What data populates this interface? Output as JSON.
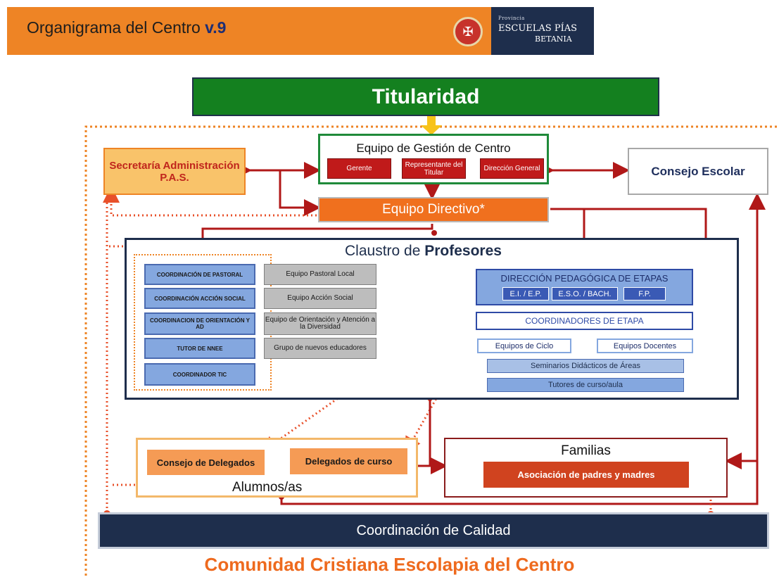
{
  "header": {
    "title": "Organigrama del Centro",
    "version": "v.9",
    "logo": {
      "top": "Provincia",
      "middle": "ESCUELAS PÍAS",
      "bottom": "BETANIA"
    }
  },
  "titularidad": "Titularidad",
  "gestion": {
    "title": "Equipo de Gestión de Centro",
    "items": [
      "Gerente",
      "Representante del Titular",
      "Dirección General"
    ]
  },
  "secretaria": "Secretaría Administración P.A.S.",
  "consejo_escolar": "Consejo Escolar",
  "equipo_directivo": "Equipo Directivo*",
  "claustro": {
    "title_prefix": "Claustro de",
    "title_bold": "Profesores",
    "coordinaciones": [
      "COORDINACIÓN DE PASTORAL",
      "COORDINACIÓN ACCIÓN SOCIAL",
      "COORDINACION DE ORIENTACIÓN Y AD",
      "TUTOR DE NNEE",
      "COORDINADOR TIC"
    ],
    "equipos": [
      "Equipo Pastoral Local",
      "Equipo Acción Social",
      "Equipo de Orientación y Atención a la Diversidad",
      "Grupo de nuevos educadores"
    ],
    "direccion_pedagogica": {
      "title": "DIRECCIÓN PEDAGÓGICA DE ETAPAS",
      "etapas": [
        "E.I. / E.P.",
        "E.S.O. / BACH.",
        "F.P."
      ]
    },
    "coordinadores_etapa": "COORDINADORES DE ETAPA",
    "equipos_ciclo": "Equipos de Ciclo",
    "equipos_docentes": "Equipos Docentes",
    "seminarios": "Seminarios Didácticos de Áreas",
    "tutores": "Tutores de curso/aula"
  },
  "alumnos": {
    "consejo_delegados": "Consejo de Delegados",
    "delegados_curso": "Delegados de curso",
    "label_bold": "Alumnos",
    "label_suffix": "/as"
  },
  "familias": {
    "title": "Familias",
    "asociacion": "Asociación de padres y madres"
  },
  "coordinacion_calidad": "Coordinación de Calidad",
  "comunidad": "Comunidad Cristiana Escolapia del Centro",
  "colors": {
    "orange": "#ee8425",
    "green": "#14801f",
    "navy": "#1e2e4c",
    "red": "#c01a1a",
    "blue": "#84a7df"
  }
}
